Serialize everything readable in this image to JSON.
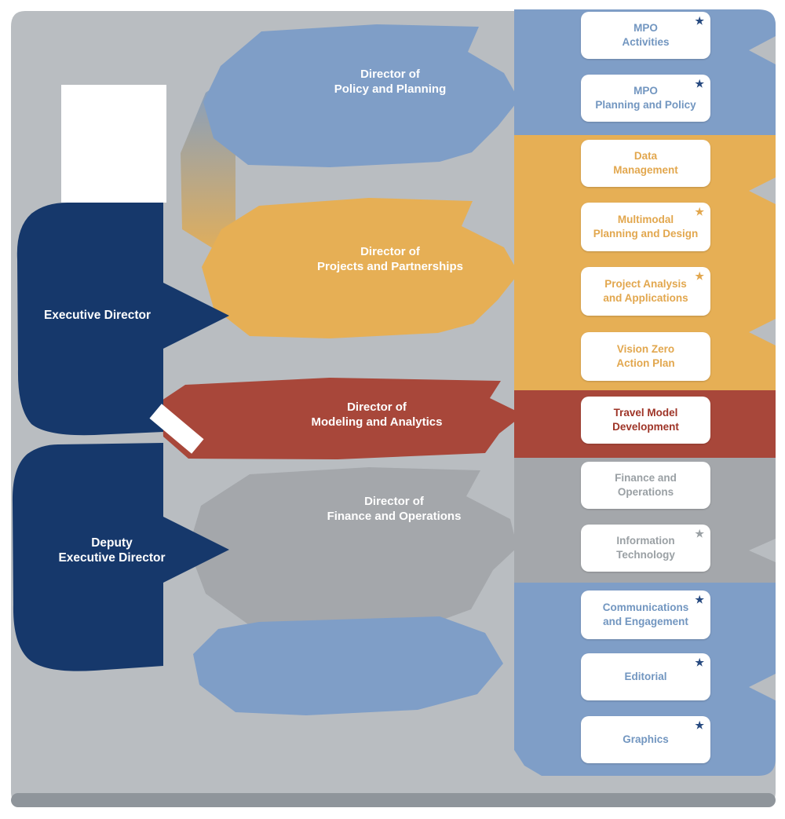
{
  "palette": {
    "page_bg": "#ffffff",
    "canvas_gray": "#b9bdc1",
    "canvas_edge": "#8f959b",
    "navy": "#16386b",
    "steel_blue": "#7f9ec7",
    "orange": "#e6af55",
    "brick": "#a8473a",
    "gray_band": "#a4a7ab",
    "white": "#ffffff"
  },
  "star_glyph": "★",
  "executives": [
    {
      "label": "Executive Director"
    },
    {
      "label": "Deputy\nExecutive Director"
    }
  ],
  "directors": [
    {
      "label": "Director of\nPolicy and Planning",
      "color": "#7f9ec7"
    },
    {
      "label": "Director of\nProjects and Partnerships",
      "color": "#e6af55"
    },
    {
      "label": "Director of\nModeling and Analytics",
      "color": "#a8473a"
    },
    {
      "label": "Director of\nFinance and Operations",
      "color": "#a4a7ab"
    }
  ],
  "groups": [
    {
      "name": "policy-and-planning",
      "band_color": "#7f9ec7",
      "text_color": "#7296c0",
      "star_color": "#26497f",
      "items": [
        {
          "label": "MPO\nActivities",
          "star": true
        },
        {
          "label": "MPO\nPlanning and Policy",
          "star": true
        }
      ]
    },
    {
      "name": "projects-and-partnerships",
      "band_color": "#e6af55",
      "text_color": "#e2a74e",
      "star_color": "#e2a74e",
      "items": [
        {
          "label": "Data\nManagement",
          "star": false
        },
        {
          "label": "Multimodal\nPlanning and Design",
          "star": true
        },
        {
          "label": "Project Analysis\nand Applications",
          "star": true
        },
        {
          "label": "Vision Zero\nAction Plan",
          "star": false
        }
      ]
    },
    {
      "name": "modeling-and-analytics",
      "band_color": "#a8473a",
      "text_color": "#9e3427",
      "star_color": "#9e3427",
      "items": [
        {
          "label": "Travel Model\nDevelopment",
          "star": false
        }
      ]
    },
    {
      "name": "finance-and-operations",
      "band_color": "#a4a7ab",
      "text_color": "#9aa0a4",
      "star_color": "#9aa0a4",
      "items": [
        {
          "label": "Finance and\nOperations",
          "star": false
        },
        {
          "label": "Information\nTechnology",
          "star": true
        }
      ]
    },
    {
      "name": "communications",
      "band_color": "#7f9ec7",
      "text_color": "#7296c0",
      "star_color": "#26497f",
      "items": [
        {
          "label": "Communications\nand Engagement",
          "star": true
        },
        {
          "label": "Editorial",
          "star": true
        },
        {
          "label": "Graphics",
          "star": true
        }
      ]
    }
  ]
}
